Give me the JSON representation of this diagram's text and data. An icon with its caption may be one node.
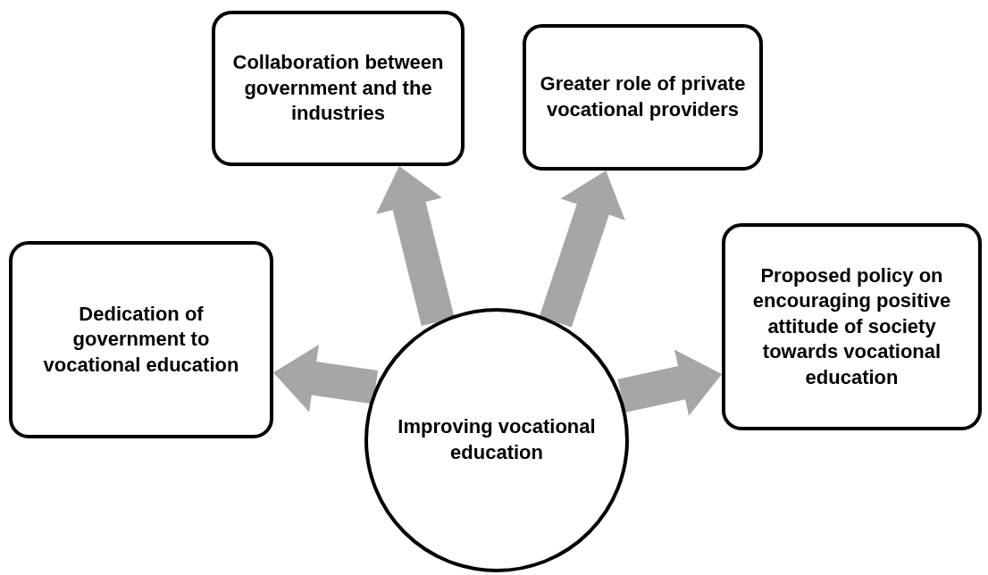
{
  "diagram": {
    "nodes": [
      {
        "text": [
          "Collaboration between government and the industries"
        ]
      },
      {
        "text": [
          "Greater role of private vocational providers"
        ]
      },
      {
        "text": [
          "Proposed policy on encouraging positive attitude of society towards vocational education"
        ]
      },
      {
        "text": [
          "Dedication of government to vocational education"
        ]
      },
      {
        "text": [
          "Improving vocational education"
        ]
      }
    ],
    "edges": [
      {
        "from": 4,
        "to": 0,
        "arrow": "to"
      },
      {
        "from": 4,
        "to": 1,
        "arrow": "to"
      },
      {
        "from": 4,
        "to": 3,
        "arrow": "to"
      },
      {
        "from": 4,
        "to": 2,
        "arrow": "to"
      }
    ]
  }
}
